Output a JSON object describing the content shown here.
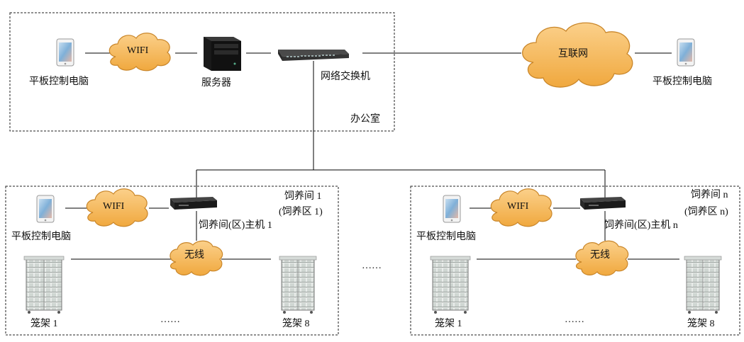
{
  "office": {
    "tablet_label": "平板控制电脑",
    "wifi_label": "WIFI",
    "server_label": "服务器",
    "switch_label": "网络交换机",
    "room_label": "办公室"
  },
  "remote": {
    "internet_label": "互联网",
    "tablet_label": "平板控制电脑"
  },
  "room_1": {
    "room_label": "饲养间 1",
    "zone_label": "(饲养区 1)",
    "host_label": "饲养间(区)主机 1",
    "tablet_label": "平板控制电脑",
    "wifi_label": "WIFI",
    "wireless_label": "无线",
    "cage_first_label": "笼架 1",
    "cage_last_label": "笼架 8",
    "ellipsis": "……"
  },
  "between_rooms_ellipsis": "……",
  "room_n": {
    "room_label": "饲养间 n",
    "zone_label": "(饲养区 n)",
    "host_label": "饲养间(区)主机 n",
    "tablet_label": "平板控制电脑",
    "wifi_label": "WIFI",
    "wireless_label": "无线",
    "cage_first_label": "笼架 1",
    "cage_last_label": "笼架 8",
    "ellipsis": "……"
  },
  "colors": {
    "cloud_fill": "#f6b85a",
    "cloud_stroke": "#c9862a",
    "line": "#000000",
    "tablet_screen": "#8ab8dc",
    "device_dark": "#1c1c1c"
  }
}
